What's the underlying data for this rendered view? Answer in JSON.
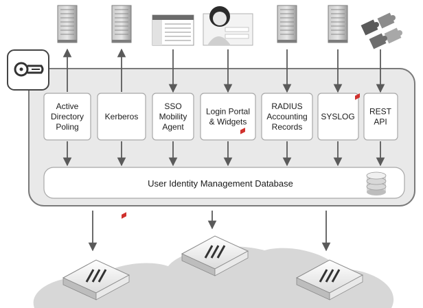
{
  "sources": [
    {
      "icon": "server-icon",
      "lines": [
        "Active",
        "Directory",
        "Poling"
      ],
      "arrow": "up"
    },
    {
      "icon": "server-icon",
      "lines": [
        "Kerberos"
      ],
      "arrow": "up"
    },
    {
      "icon": "sso-agent-screenshot-icon",
      "lines": [
        "SSO",
        "Mobility",
        "Agent"
      ],
      "arrow": "down"
    },
    {
      "icon": "login-portal-user-icon",
      "lines": [
        "Login Portal",
        "& Widgets"
      ],
      "arrow": "down"
    },
    {
      "icon": "server-icon",
      "lines": [
        "RADIUS",
        "Accounting",
        "Records"
      ],
      "arrow": "down"
    },
    {
      "icon": "server-icon",
      "lines": [
        "SYSLOG"
      ],
      "arrow": "down"
    },
    {
      "icon": "puzzle-icon",
      "lines": [
        "REST",
        "API"
      ],
      "arrow": "down"
    }
  ],
  "database": {
    "label": "User Identity Management Database",
    "icon": "database-icon"
  },
  "key_icon": "key-icon",
  "firewalls": [
    {
      "icon": "firewall-appliance-icon"
    },
    {
      "icon": "firewall-appliance-icon"
    },
    {
      "icon": "firewall-appliance-icon"
    }
  ],
  "colors": {
    "panel": "#e9e9e9",
    "panel_border": "#7a7a7a",
    "box_border": "#a8a8a8",
    "arrow": "#5a5a5a",
    "cloud": "#d7d7d7",
    "accent_red": "#d0312d"
  }
}
